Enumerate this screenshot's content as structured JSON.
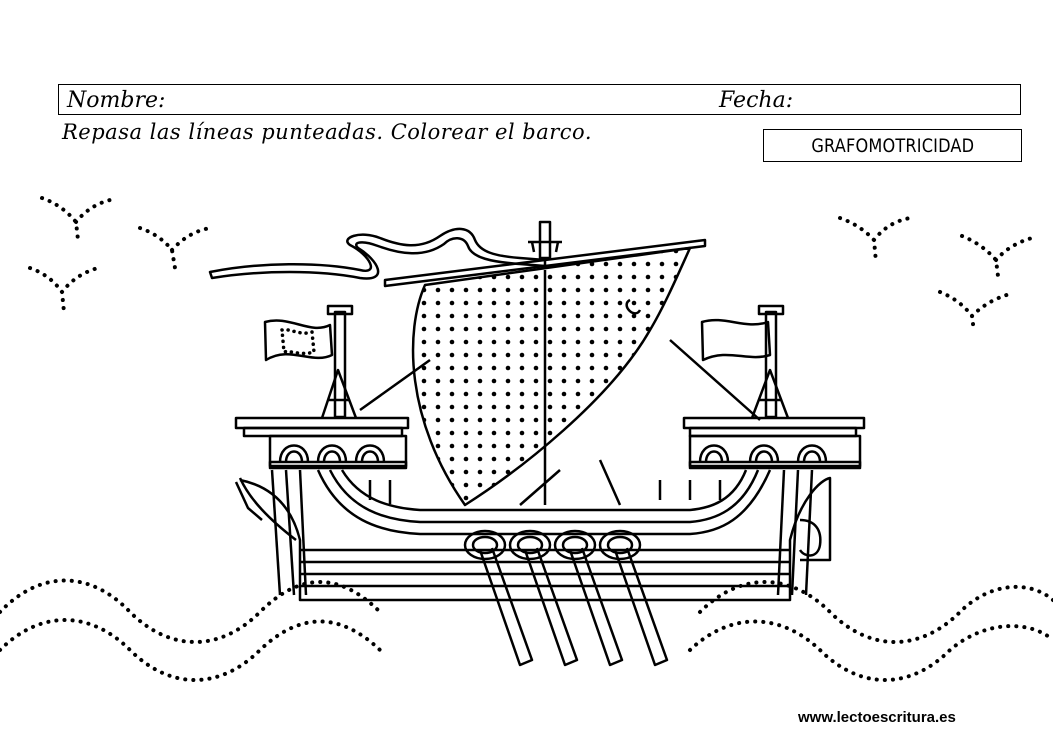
{
  "header": {
    "name_label": "Nombre:",
    "date_label": "Fecha:"
  },
  "instructions": "Repasa las líneas punteadas. Colorear el barco.",
  "badge": "GRAFOMOTRICIDAD",
  "footer": {
    "website": "www.lectoescritura.es"
  }
}
